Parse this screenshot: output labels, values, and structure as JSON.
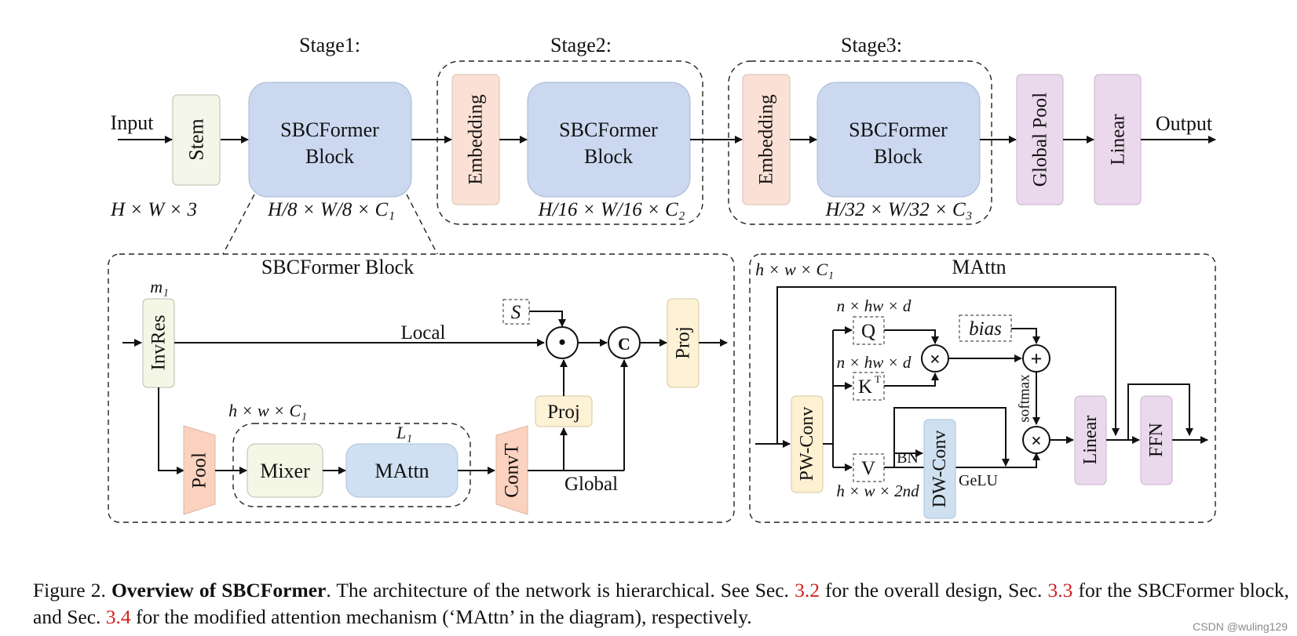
{
  "colors": {
    "stem": "#f4f6e9",
    "sbcformer_block": "#cbd8f0",
    "embedding": "#fbe1d5",
    "pool_linear": "#ead8ec",
    "invres_mixer": "#f4f6e6",
    "proj": "#fdf1d6",
    "mattn_box": "#cfe0f2",
    "pool_convt": "#fad2bf",
    "pwconv": "#fdf1d2",
    "dwconv": "#cfe0f0",
    "reference_link": "#d32020"
  },
  "top": {
    "stage1": "Stage1:",
    "stage2": "Stage2:",
    "stage3": "Stage3:",
    "input": "Input",
    "output": "Output",
    "stem": "Stem",
    "sbc_line1": "SBCFormer",
    "sbc_line2": "Block",
    "embedding": "Embedding",
    "global_pool": "Global Pool",
    "linear": "Linear",
    "dim_input": "H × W × 3",
    "dim_stage1": "H/8 × W/8 × C₁",
    "dim_stage2": "H/16 × W/16 × C₂",
    "dim_stage3": "H/32 × W/32 × C₃"
  },
  "block": {
    "title": "SBCFormer Block",
    "m1": "m₁",
    "invres": "InvRes",
    "s": "S",
    "local": "Local",
    "proj": "Proj",
    "pool": "Pool",
    "hwc": "h × w × C₁",
    "l1": "L₁",
    "mixer": "Mixer",
    "mattn": "MAttn",
    "convt": "ConvT",
    "global": "Global",
    "dot": "•",
    "concat": "C"
  },
  "mattn": {
    "title": "MAttn",
    "hwc": "h × w × C₁",
    "nhwd_q": "n × hw × d",
    "nhwd_k": "n × hw × d",
    "q": "Q",
    "k": "K",
    "k_sup": "T",
    "v": "V",
    "bias": "bias",
    "softmax": "softmax",
    "bn": "BN",
    "gelu": "GeLU",
    "pwconv": "PW-Conv",
    "dwconv": "DW-Conv",
    "hw2nd": "h × w × 2nd",
    "linear": "Linear",
    "ffn": "FFN",
    "times": "×",
    "plus": "+"
  },
  "caption": {
    "fig": "Figure 2. ",
    "bold": "Overview of SBCFormer",
    "t1": ". The architecture of the network is hierarchical. See Sec. ",
    "r1": "3.2",
    "t2": " for the overall design, Sec. ",
    "r2": "3.3",
    "t3": " for the SBCFormer block, and Sec. ",
    "r3": "3.4",
    "t4": " for the modified attention mechanism (‘MAttn’ in the diagram), respectively."
  },
  "watermark": "CSDN @wuling129"
}
